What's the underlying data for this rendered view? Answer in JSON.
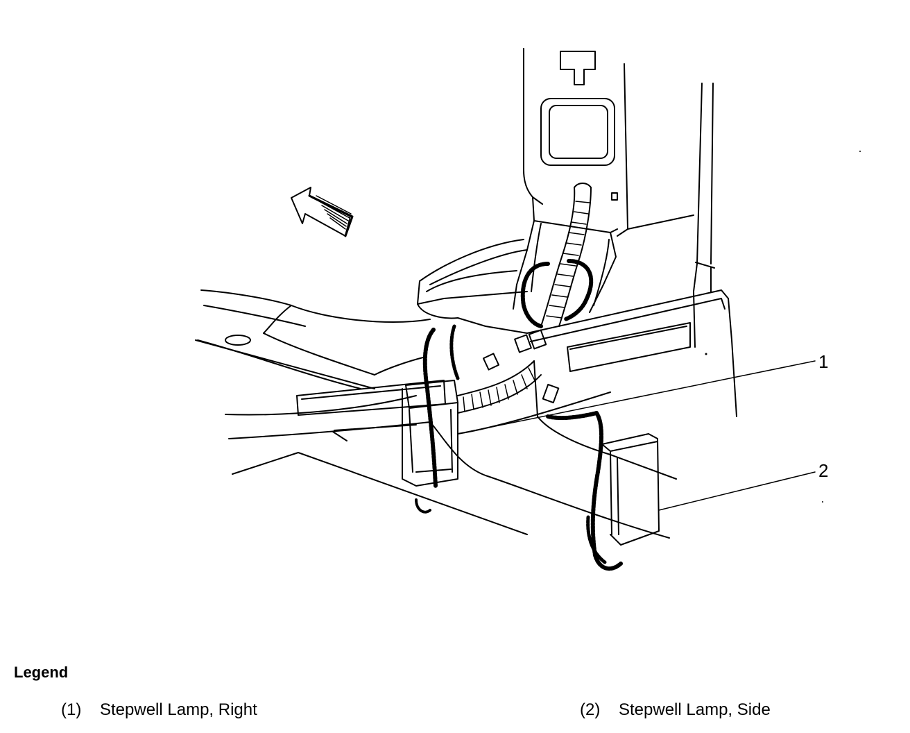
{
  "callouts": [
    {
      "number": "1"
    },
    {
      "number": "2"
    }
  ],
  "legend": {
    "title": "Legend",
    "items": [
      {
        "number": "(1)",
        "label": "Stepwell Lamp, Right"
      },
      {
        "number": "(2)",
        "label": "Stepwell Lamp, Side"
      }
    ]
  }
}
